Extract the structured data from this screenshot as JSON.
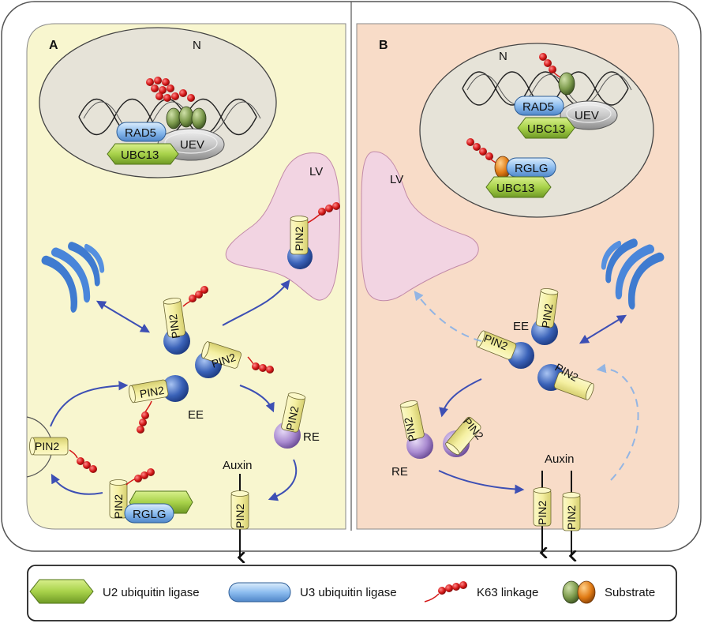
{
  "panels": {
    "a": {
      "letter": "A",
      "nucleus": "N",
      "rad5": "RAD5",
      "ubc13": "UBC13",
      "uev": "UEV",
      "lv": "LV",
      "pin_lv": "PIN2",
      "pin_ee1": "PIN2",
      "pin_ee2": "PIN2",
      "pin_ee3": "PIN2",
      "ee": "EE",
      "pin_re": "PIN2",
      "re": "RE",
      "pin_pm": "PIN2",
      "pin_rglg": "PIN2",
      "rglg": "RGLG",
      "auxin": "Auxin",
      "pin_auxin": "PIN2"
    },
    "b": {
      "letter": "B",
      "nucleus": "N",
      "rad5": "RAD5",
      "ubc13": "UBC13",
      "uev": "UEV",
      "rglg": "RGLG",
      "ubc13_2": "UBC13",
      "lv": "LV",
      "pin_ee1": "PIN2",
      "pin_ee2": "PIN2",
      "pin_ee3": "PIN2",
      "ee": "EE",
      "pin_re1": "PIN2",
      "pin_re2": "PIN2",
      "re": "RE",
      "auxin": "Auxin",
      "pin_auxin1": "PIN2",
      "pin_auxin2": "PIN2"
    }
  },
  "legend": {
    "u2": "U2 ubiquitin ligase",
    "u3": "U3 ubiquitin ligase",
    "k63": "K63 linkage",
    "substrate": "Substrate"
  },
  "colors": {
    "panel_a_bg": "#f8f6cf",
    "panel_b_bg": "#f8dcc8",
    "nucleus": "#e6e3d8",
    "vacuole": "#f2d4e2",
    "golgi": "#3f7bd0",
    "arrow": "#3d4fb4",
    "arrow_dashed": "#93b5e3",
    "pin": "#f5f0a2",
    "k63": "#d41717",
    "u2": "#a8d24a",
    "u3": "#8dbdf0",
    "substrate_green": "#7c9a4c",
    "substrate_orange": "#e07a14",
    "early_endosome": "#3a62b8",
    "recycling_endosome": "#a98ad0"
  }
}
